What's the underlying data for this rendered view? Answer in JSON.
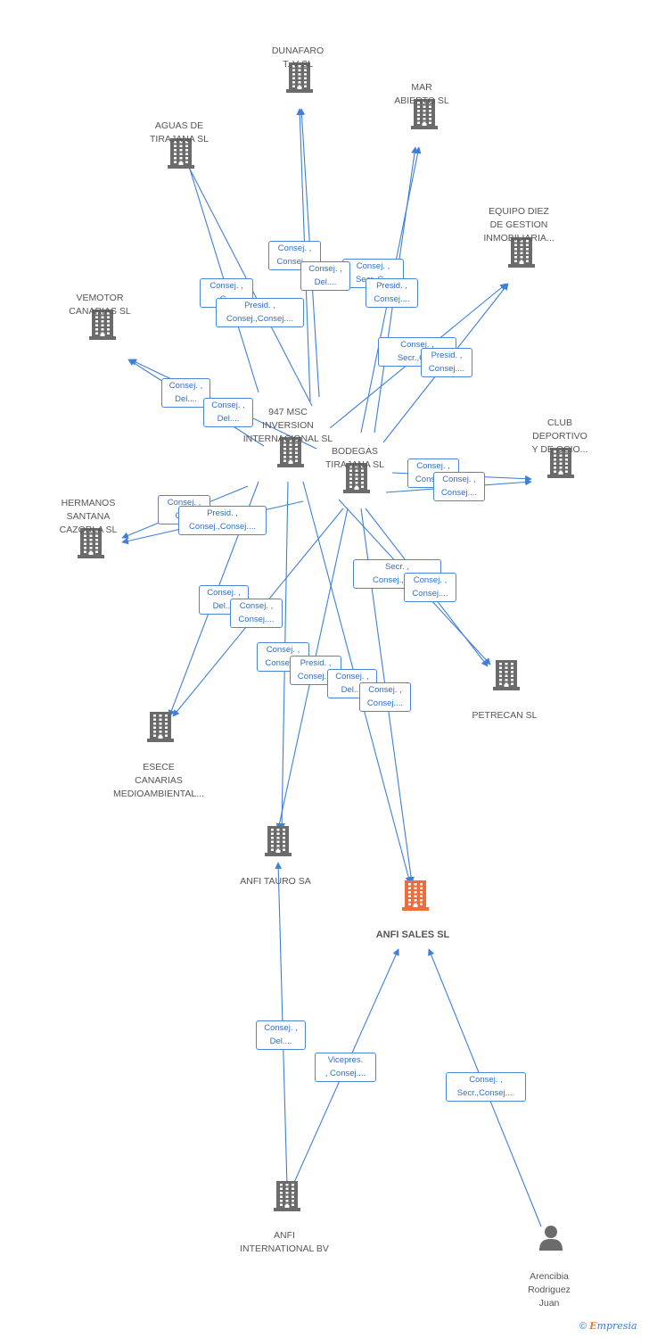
{
  "colors": {
    "edge": "#3f7fd8",
    "building": "#6b6b6b",
    "main_building": "#f26b3a",
    "person": "#6b6b6b"
  },
  "nodes": [
    {
      "id": "dunafaro",
      "label": "DUNAFARO\nT. V SL",
      "icon": "building-icon"
    },
    {
      "id": "mar",
      "label": "MAR\nABIERTO SL",
      "icon": "building-icon"
    },
    {
      "id": "aguas",
      "label": "AGUAS DE\nTIRAJANA SL",
      "icon": "building-icon"
    },
    {
      "id": "equipo",
      "label": "EQUIPO DIEZ\nDE GESTION\nINMOBILIARIA...",
      "icon": "building-icon"
    },
    {
      "id": "vemotor",
      "label": "VEMOTOR\nCANARIAS SL",
      "icon": "building-icon"
    },
    {
      "id": "msc",
      "label": "947 MSC\nINVERSION\nINTERNACIONAL SL",
      "icon": "building-icon"
    },
    {
      "id": "club",
      "label": "CLUB\nDEPORTIVO\nY DE OCIO...",
      "icon": "building-icon"
    },
    {
      "id": "bodegas",
      "label": "BODEGAS\nTIRAJANA SL",
      "icon": "building-icon"
    },
    {
      "id": "hermanos",
      "label": "HERMANOS\nSANTANA\nCAZORLA SL",
      "icon": "building-icon"
    },
    {
      "id": "petrecan",
      "label": "PETRECAN SL",
      "icon": "building-icon"
    },
    {
      "id": "esece",
      "label": "ESECE\nCANARIAS\nMEDIOAMBIENTAL...",
      "icon": "building-icon"
    },
    {
      "id": "tauro",
      "label": "ANFI TAURO SA",
      "icon": "building-icon"
    },
    {
      "id": "sales",
      "label": "ANFI SALES SL",
      "icon": "building-icon",
      "main": true
    },
    {
      "id": "intl",
      "label": "ANFI\nINTERNATIONAL BV",
      "icon": "building-icon"
    },
    {
      "id": "person",
      "label": "Arencibia\nRodriguez\nJuan",
      "icon": "person-icon"
    }
  ],
  "edge_labels": [
    "Consej. ,\nConsej....",
    "Consej. ,\nSecr.,C...",
    "Consej. ,\nDel....",
    "Presid. ,\nConsej....",
    "Consej. ,\nC...",
    "Presid. ,\nConsej.,Consej....",
    "Consej. ,\nSecr.,Co...",
    "Presid. ,\nConsej....",
    "Consej. ,\nDel....",
    "Consej. ,\nDel....",
    "Consej. ,\nConsej....",
    "Consej. ,\nConsej....",
    "Consej. ,\nCo...",
    "Presid. ,\nConsej.,Consej....",
    "Secr. ,\nConsej.,Co...",
    "Consej. ,\nConsej....",
    "Consej. ,\nDel....",
    "Consej. ,\nConsej....",
    "Consej. ,\nConsej....",
    "Presid. ,\nConsej....",
    "Consej. ,\nDel....",
    "Consej. ,\nConsej....",
    "Consej. ,\nDel....",
    "Vicepres.\n, Consej....",
    "Consej. ,\nSecr.,Consej...."
  ],
  "footer": {
    "copyright": "©",
    "brand_first": "E",
    "brand_rest": "mpresia"
  }
}
